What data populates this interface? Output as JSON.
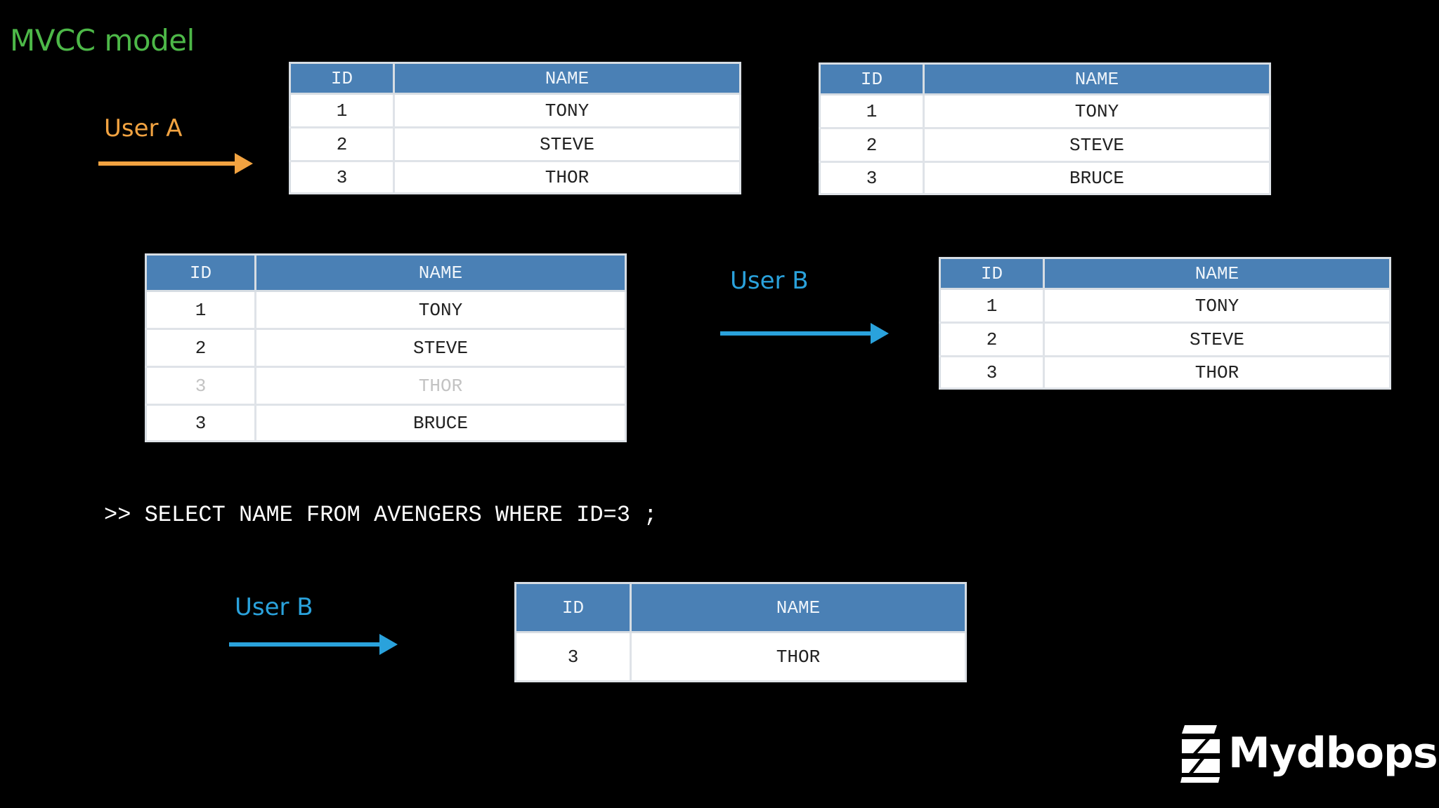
{
  "title": "MVCC model",
  "colors": {
    "title": "#4db848",
    "user_a": "#f2a341",
    "user_b": "#2aa2dc",
    "table_header": "#4a80b5"
  },
  "labels": {
    "user_a": "User A",
    "user_b_middle": "User B",
    "user_b_bottom": "User B"
  },
  "tables": {
    "top_left": {
      "headers": [
        "ID",
        "NAME"
      ],
      "rows": [
        {
          "id": "1",
          "name": "TONY"
        },
        {
          "id": "2",
          "name": "STEVE"
        },
        {
          "id": "3",
          "name": "THOR"
        }
      ]
    },
    "top_right": {
      "headers": [
        "ID",
        "NAME"
      ],
      "rows": [
        {
          "id": "1",
          "name": "TONY"
        },
        {
          "id": "2",
          "name": "STEVE"
        },
        {
          "id": "3",
          "name": "BRUCE"
        }
      ]
    },
    "middle_left": {
      "headers": [
        "ID",
        "NAME"
      ],
      "rows": [
        {
          "id": "1",
          "name": "TONY",
          "faded": false
        },
        {
          "id": "2",
          "name": "STEVE",
          "faded": false
        },
        {
          "id": "3",
          "name": "THOR",
          "faded": true
        },
        {
          "id": "3",
          "name": "BRUCE",
          "faded": false
        }
      ]
    },
    "middle_right": {
      "headers": [
        "ID",
        "NAME"
      ],
      "rows": [
        {
          "id": "1",
          "name": "TONY"
        },
        {
          "id": "2",
          "name": "STEVE"
        },
        {
          "id": "3",
          "name": "THOR"
        }
      ]
    },
    "bottom": {
      "headers": [
        "ID",
        "NAME"
      ],
      "rows": [
        {
          "id": "3",
          "name": "THOR"
        }
      ]
    }
  },
  "sql": ">> SELECT NAME FROM AVENGERS WHERE ID=3 ;",
  "logo": {
    "text": "Mydbops",
    "mark_icon": "mydbops-logo-icon"
  }
}
